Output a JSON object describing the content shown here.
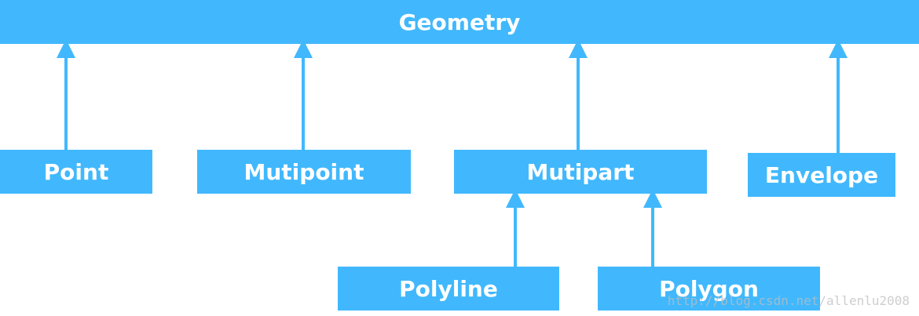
{
  "diagram": {
    "nodes": {
      "geometry": "Geometry",
      "point": "Point",
      "mutipoint": "Mutipoint",
      "mutipart": "Mutipart",
      "envelope": "Envelope",
      "polyline": "Polyline",
      "polygon": "Polygon"
    },
    "edges": [
      {
        "from": "point",
        "to": "geometry"
      },
      {
        "from": "mutipoint",
        "to": "geometry"
      },
      {
        "from": "mutipart",
        "to": "geometry"
      },
      {
        "from": "envelope",
        "to": "geometry"
      },
      {
        "from": "polyline",
        "to": "mutipart"
      },
      {
        "from": "polygon",
        "to": "mutipart"
      }
    ]
  },
  "colors": {
    "node_fill": "#41b8fd",
    "arrow": "#41b8fd",
    "text": "#ffffff"
  },
  "watermark": "http://blog.csdn.net/allenlu2008"
}
